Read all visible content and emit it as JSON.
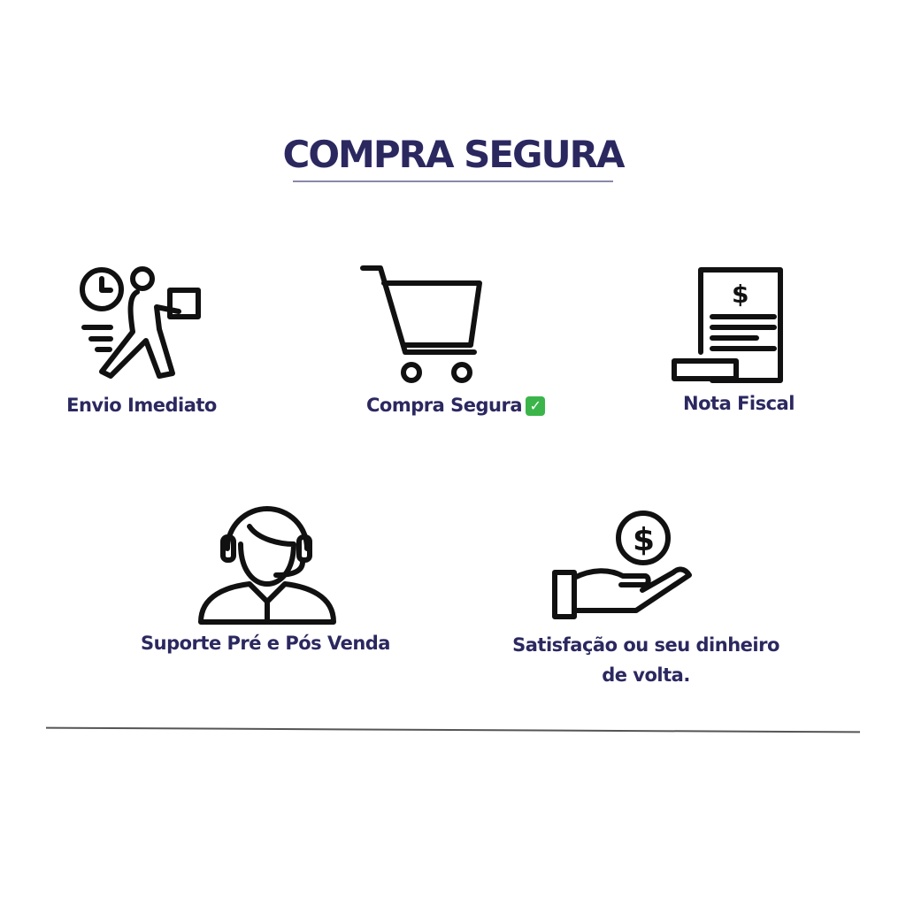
{
  "title": "COMPRA SEGURA",
  "features": [
    {
      "label": "Envio Imediato",
      "icon": "delivery-runner-icon"
    },
    {
      "label": "Compra Segura",
      "badge": "✓",
      "icon": "shopping-cart-icon"
    },
    {
      "label": "Nota Fiscal",
      "icon": "receipt-icon"
    },
    {
      "label": "Suporte Pré e Pós Venda",
      "icon": "support-agent-icon"
    },
    {
      "label_line1": "Satisfação ou seu dinheiro",
      "label_line2": "de volta.",
      "icon": "money-hand-icon"
    }
  ],
  "colors": {
    "text": "#2b2860",
    "check": "#3bb54a"
  }
}
